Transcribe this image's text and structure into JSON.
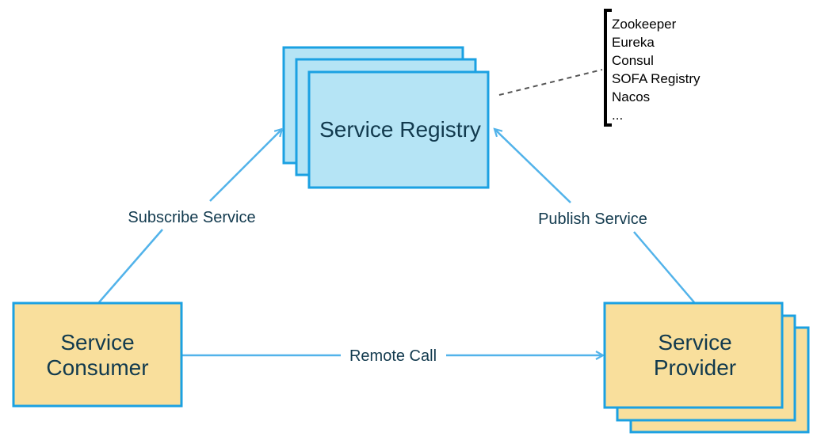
{
  "colors": {
    "registry_fill": "#b5e4f5",
    "registry_stroke": "#1ba1e2",
    "node_fill": "#f9df9c",
    "edge_color": "#52b3ea",
    "text_color": "#123a4e"
  },
  "nodes": {
    "registry": {
      "label": "Service Registry"
    },
    "consumer": {
      "line1": "Service",
      "line2": "Consumer"
    },
    "provider": {
      "line1": "Service",
      "line2": "Provider"
    }
  },
  "edges": {
    "subscribe": "Subscribe Service",
    "publish": "Publish Service",
    "remote_call": "Remote Call"
  },
  "registry_options": [
    "Zookeeper",
    "Eureka",
    "Consul",
    "SOFA Registry",
    "Nacos",
    "..."
  ]
}
